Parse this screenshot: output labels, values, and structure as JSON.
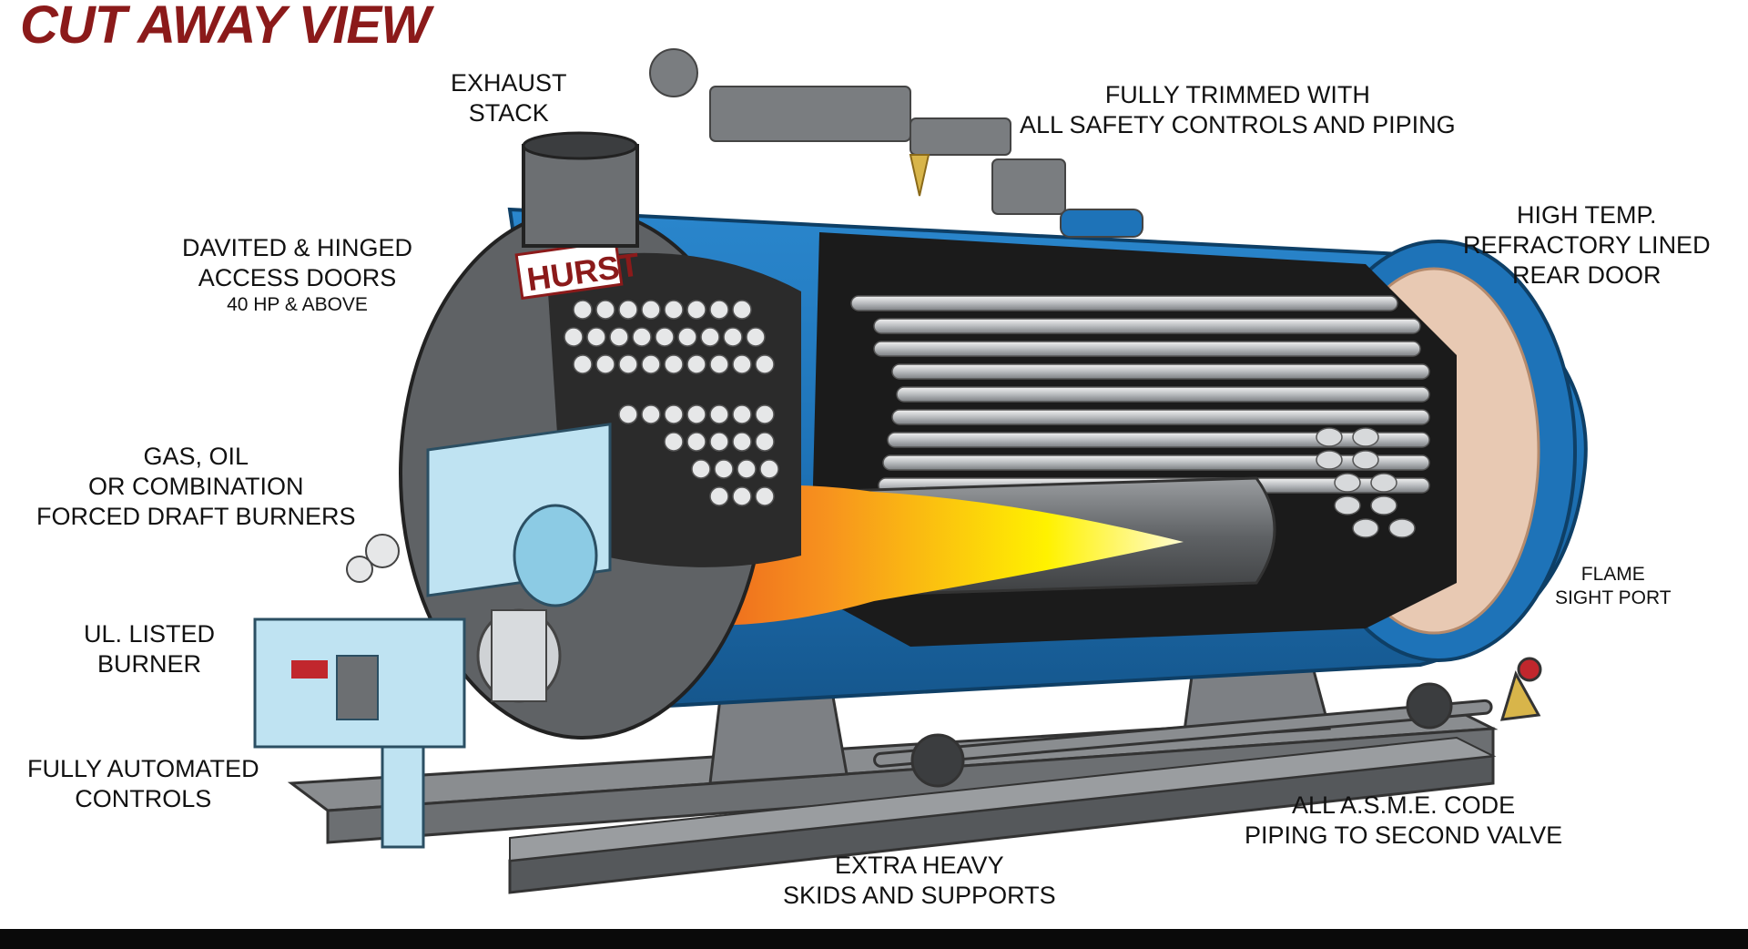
{
  "title": "CUT AWAY VIEW",
  "brand_plate": "HURST",
  "labels": {
    "exhaust_stack": [
      "EXHAUST",
      "STACK"
    ],
    "fully_trimmed": [
      "FULLY TRIMMED WITH",
      "ALL SAFETY CONTROLS AND PIPING"
    ],
    "davited_doors": [
      "DAVITED & HINGED",
      "ACCESS DOORS",
      "40 HP & ABOVE"
    ],
    "high_temp": [
      "HIGH TEMP.",
      "REFRACTORY LINED",
      "REAR DOOR"
    ],
    "gas_oil": [
      "GAS, OIL",
      "OR COMBINATION",
      "FORCED DRAFT BURNERS"
    ],
    "ul_listed": [
      "UL. LISTED",
      "BURNER"
    ],
    "flame_port": [
      "FLAME",
      "SIGHT PORT"
    ],
    "automated": [
      "FULLY AUTOMATED",
      "CONTROLS"
    ],
    "asme": [
      "ALL A.S.M.E. CODE",
      "PIPING TO SECOND VALVE"
    ],
    "skids": [
      "EXTRA HEAVY",
      "SKIDS AND SUPPORTS"
    ]
  },
  "colors": {
    "title": "#8b1a1a",
    "shell_blue": "#1e73b8",
    "steel_gray": "#8a8d90",
    "flame_orange": "#f7931e",
    "flame_yellow": "#fff200",
    "burner_light_blue": "#bfe3f2",
    "refractory": "#e8c9b3"
  }
}
